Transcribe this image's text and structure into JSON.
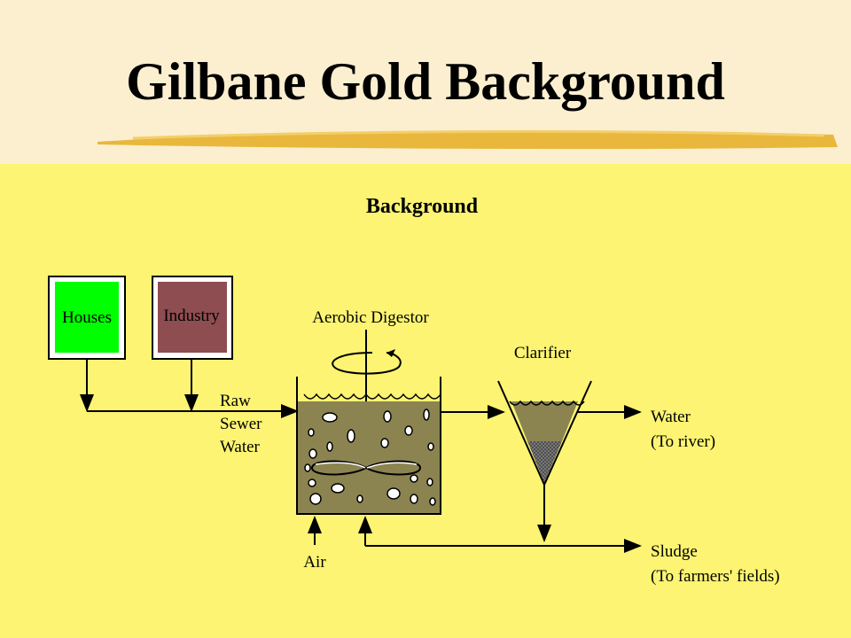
{
  "title": "Gilbane Gold Background",
  "colors": {
    "header_bg": "#fbefcf",
    "panel_bg": "#fcf472",
    "underline_gold": "#e7b43a",
    "houses_fill": "#00ff00",
    "industry_fill": "#8e4d51",
    "liquid_olive": "#8b8450"
  },
  "diagram": {
    "heading": "Background",
    "houses_label": "Houses",
    "industry_label": "Industry",
    "raw_sewer_water": [
      "Raw",
      "Sewer",
      "Water"
    ],
    "aerobic_digestor": "Aerobic Digestor",
    "clarifier": "Clarifier",
    "water_output": [
      "Water",
      "(To river)"
    ],
    "sludge_output": [
      "Sludge",
      "(To farmers' fields)"
    ],
    "air_label": "Air"
  }
}
